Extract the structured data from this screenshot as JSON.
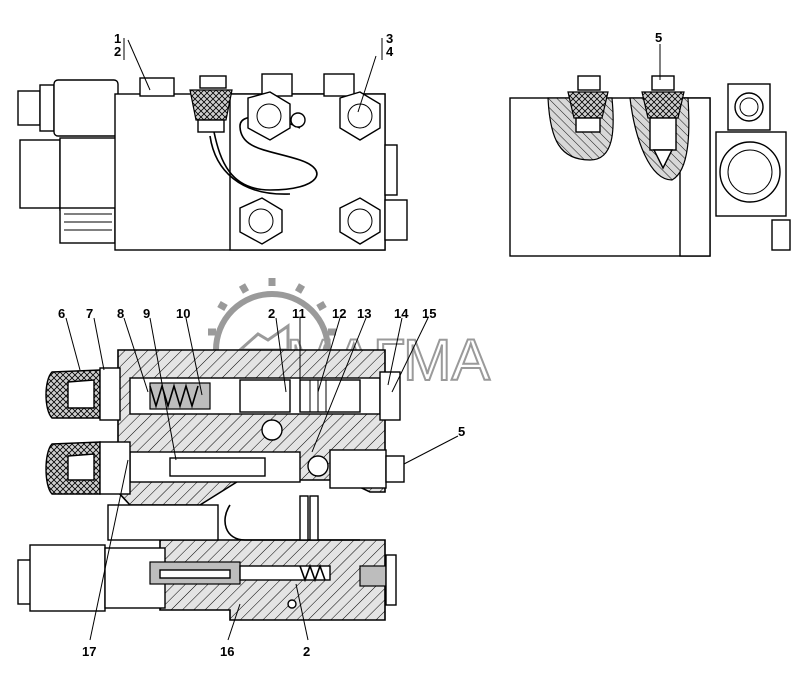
{
  "watermark": {
    "text": "МАГМА"
  },
  "callouts": {
    "top_left": [
      "1",
      "2",
      "3",
      "4"
    ],
    "top_right": [
      "5"
    ],
    "section": {
      "top_row": [
        "6",
        "7",
        "8",
        "9",
        "10",
        "2",
        "11",
        "12",
        "13",
        "14",
        "15"
      ],
      "side": "5",
      "bottom_row": [
        "17",
        "16",
        "2"
      ]
    }
  }
}
